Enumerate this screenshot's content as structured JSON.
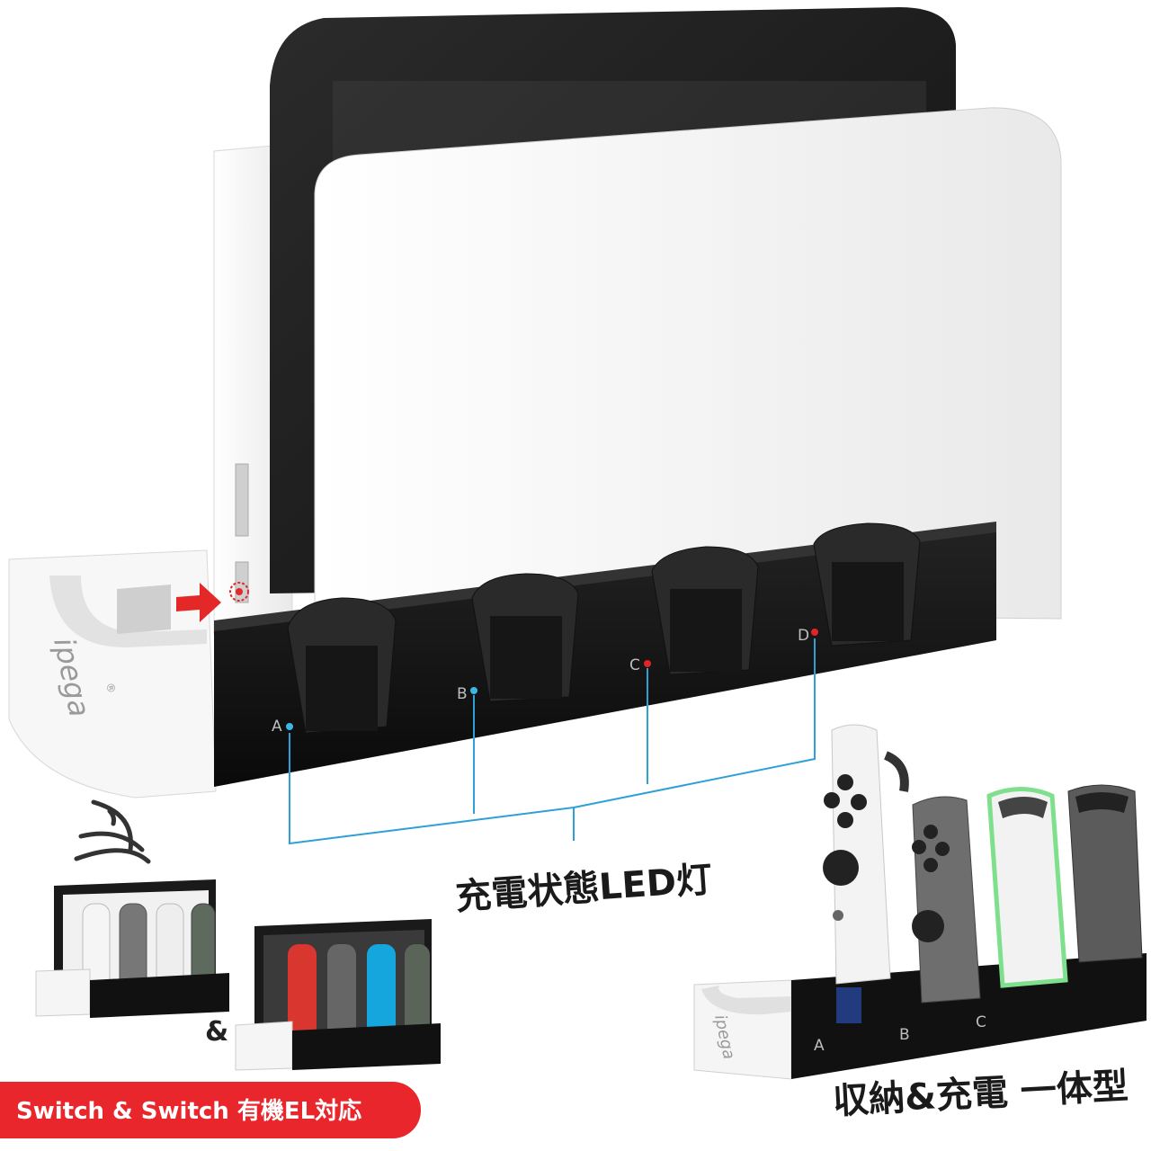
{
  "product": {
    "brand": "ipega",
    "brand_symbol": "®"
  },
  "dock": {
    "slots": [
      {
        "letter": "A",
        "led": "#3bb7e6"
      },
      {
        "letter": "B",
        "led": "#3bb7e6"
      },
      {
        "letter": "C",
        "led": "#e0242a"
      },
      {
        "letter": "D",
        "led": "#e0242a"
      }
    ]
  },
  "callouts": {
    "led_label": "充電状態LED灯",
    "storage_label": "収納&充電 一体型",
    "ampersand": "&"
  },
  "badge": {
    "text": "Switch & Switch 有機EL対応",
    "color": "#e8262b"
  },
  "icons": [
    "wireless-signal-icon",
    "arrow-right-icon"
  ],
  "colors": {
    "led_line": "#2f9fd8",
    "arrow": "#e42828"
  }
}
